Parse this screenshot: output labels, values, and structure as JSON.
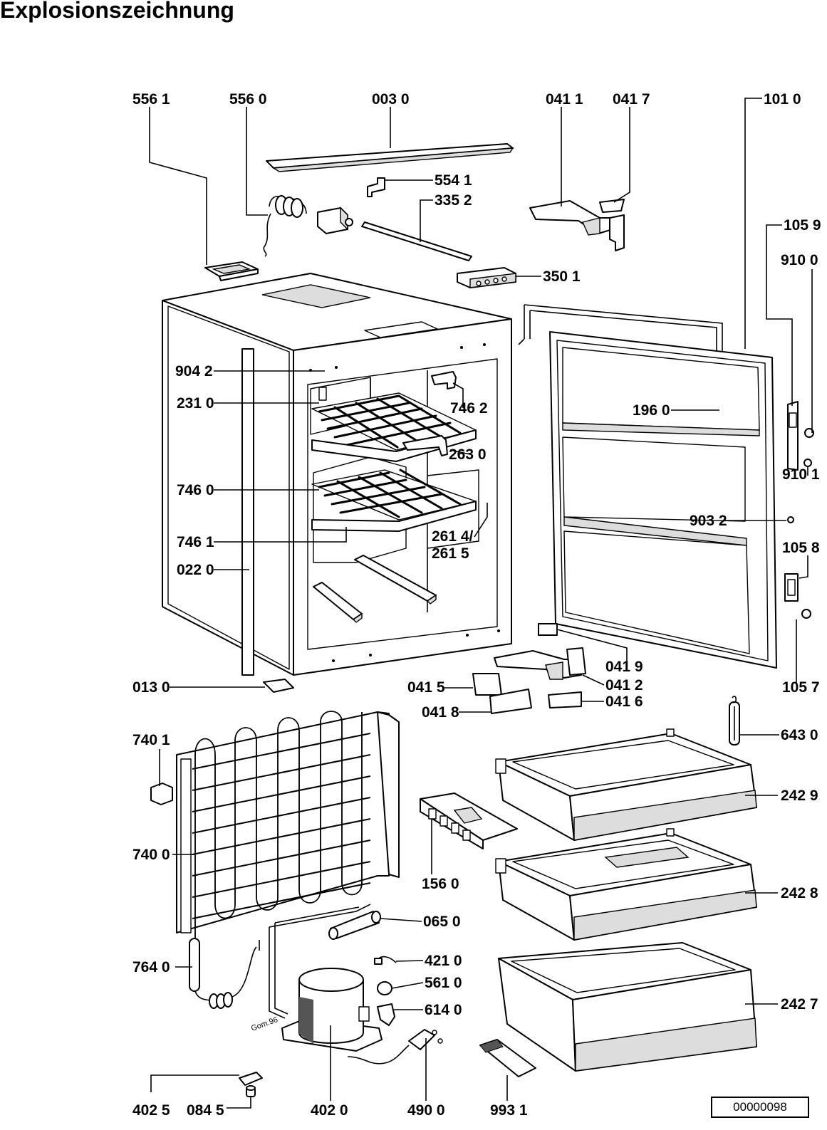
{
  "title": "Explosionszeichnung",
  "document_number": "00000098",
  "signature": "Gom.96",
  "labels": {
    "l5561": "556 1",
    "l5560": "556 0",
    "l0030": "003 0",
    "l0411": "041 1",
    "l0417": "041 7",
    "l1010": "101 0",
    "l5541": "554 1",
    "l3352": "335 2",
    "l1059": "105 9",
    "l9100": "910 0",
    "l3501": "350 1",
    "l9042": "904 2",
    "l2310": "231 0",
    "l7462": "746 2",
    "l1960": "196 0",
    "l2630": "263 0",
    "l9101": "910 1",
    "l7460": "746 0",
    "l9032": "903 2",
    "l7461": "746 1",
    "l2614": "261 4/",
    "l2615": "261 5",
    "l1058": "105 8",
    "l0220": "022 0",
    "l0419": "041 9",
    "l0130": "013 0",
    "l0415": "041 5",
    "l0412": "041 2",
    "l1057": "105 7",
    "l0418": "041 8",
    "l0416": "041 6",
    "l6430": "643 0",
    "l7401": "740 1",
    "l2429": "242 9",
    "l7400": "740 0",
    "l1560": "156 0",
    "l2428": "242 8",
    "l0650": "065 0",
    "l7640": "764 0",
    "l4210": "421 0",
    "l5610": "561 0",
    "l6140": "614 0",
    "l2427": "242 7",
    "l4025": "402 5",
    "l0845": "084 5",
    "l4020": "402 0",
    "l4900": "490 0",
    "l9931": "993 1"
  }
}
